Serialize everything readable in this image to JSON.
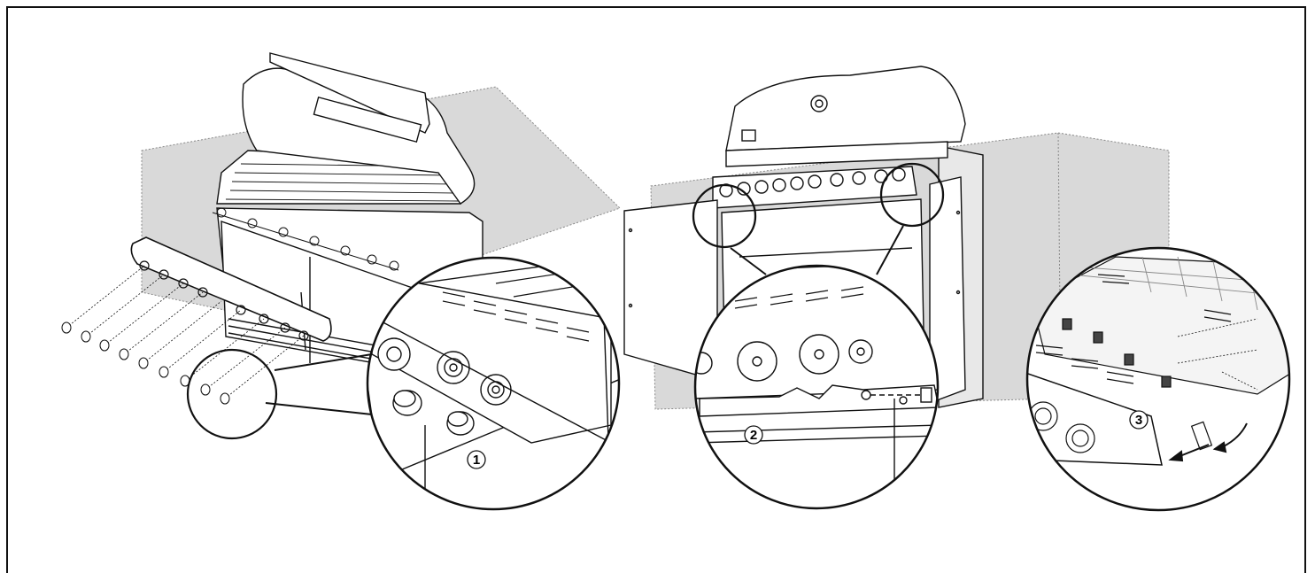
{
  "figure": {
    "steps": [
      {
        "number": "1",
        "label": "①"
      },
      {
        "number": "2",
        "label": "②"
      },
      {
        "number": "3",
        "label": "③"
      }
    ],
    "colors": {
      "line": "#111111",
      "wall_fill": "#d9d9d9",
      "background": "#ffffff"
    },
    "icons": [
      "grill-illustration",
      "control-knob-icon",
      "magnifier-circle",
      "arrow-icon"
    ]
  }
}
